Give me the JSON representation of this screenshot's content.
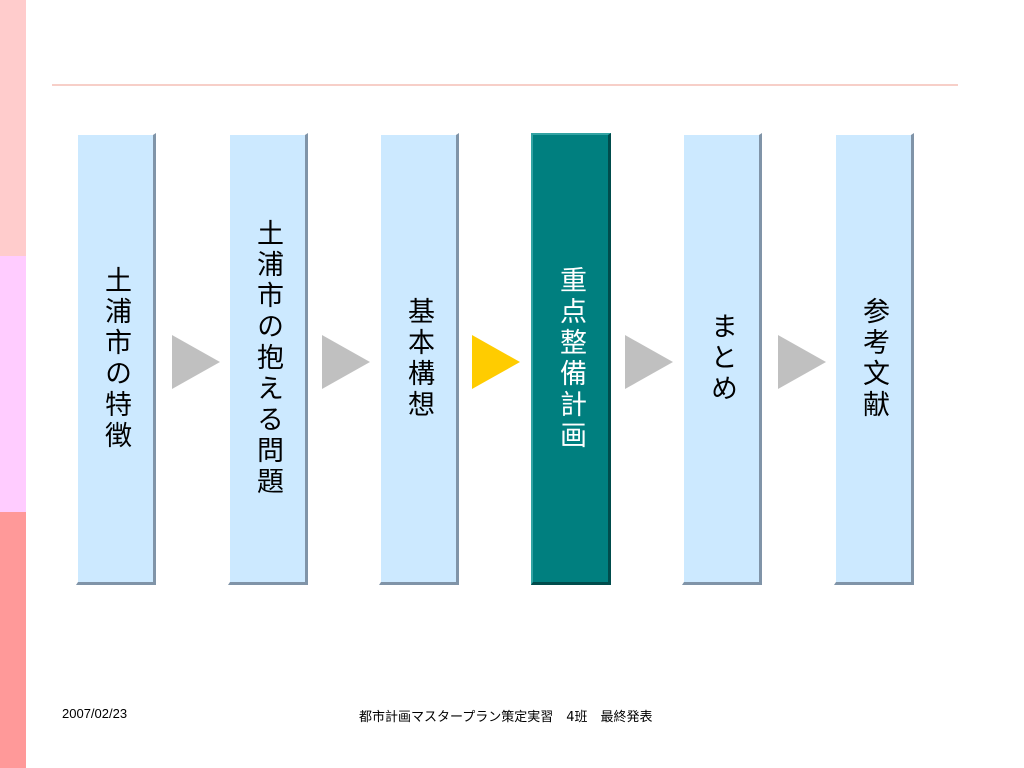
{
  "colors": {
    "step_fill": "#cce9ff",
    "step_active_fill": "#007f7f",
    "arrow": "#c0c0c0",
    "arrow_active": "#ffcc00",
    "rule": "#f7cfc8"
  },
  "steps": [
    {
      "label": "土浦市の特徴",
      "active": false
    },
    {
      "label": "土浦市の抱える問題",
      "active": false
    },
    {
      "label": "基本構想",
      "active": false
    },
    {
      "label": "重点整備計画",
      "active": true
    },
    {
      "label": "まとめ",
      "active": false
    },
    {
      "label": "参考文献",
      "active": false
    }
  ],
  "footer": {
    "date": "2007/02/23",
    "title": "都市計画マスタープラン策定実習　4班　最終発表"
  }
}
